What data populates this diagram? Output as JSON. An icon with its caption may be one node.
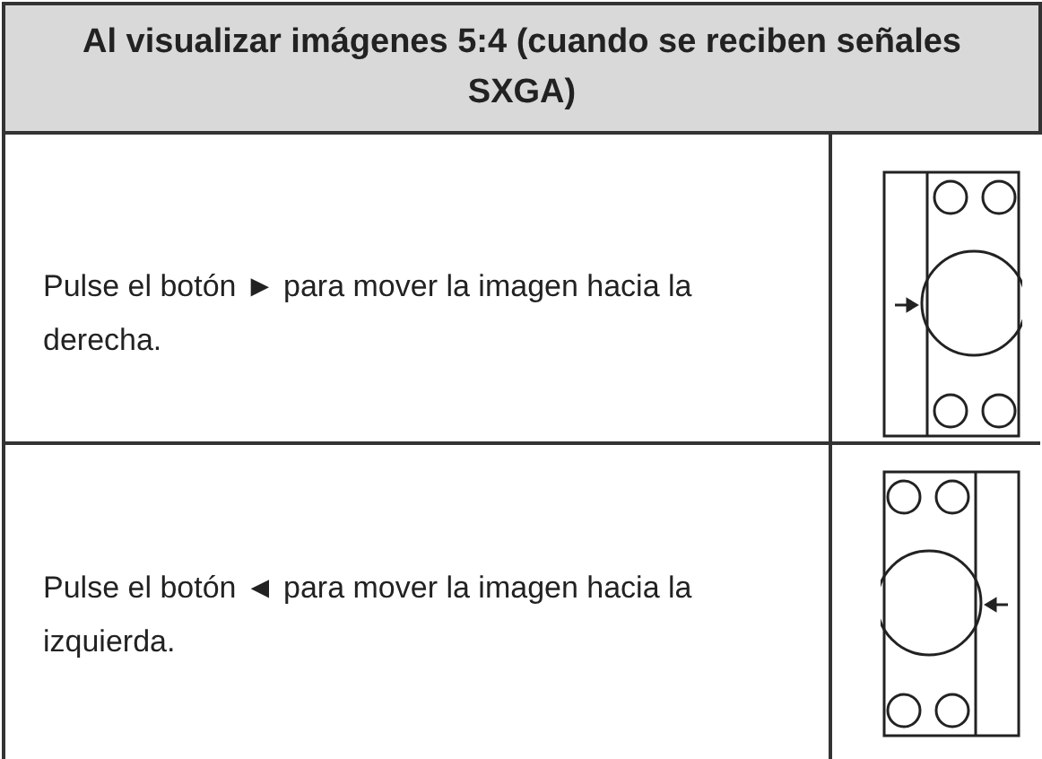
{
  "diagram": {
    "title": "Al visualizar imágenes 5:4 (cuando se reciben señales SXGA)",
    "labels": [
      "Pulse el botón ► para mover la imagen hacia la derecha.",
      "Pulse el botón ◄ para mover la imagen hacia la izquierda."
    ]
  }
}
